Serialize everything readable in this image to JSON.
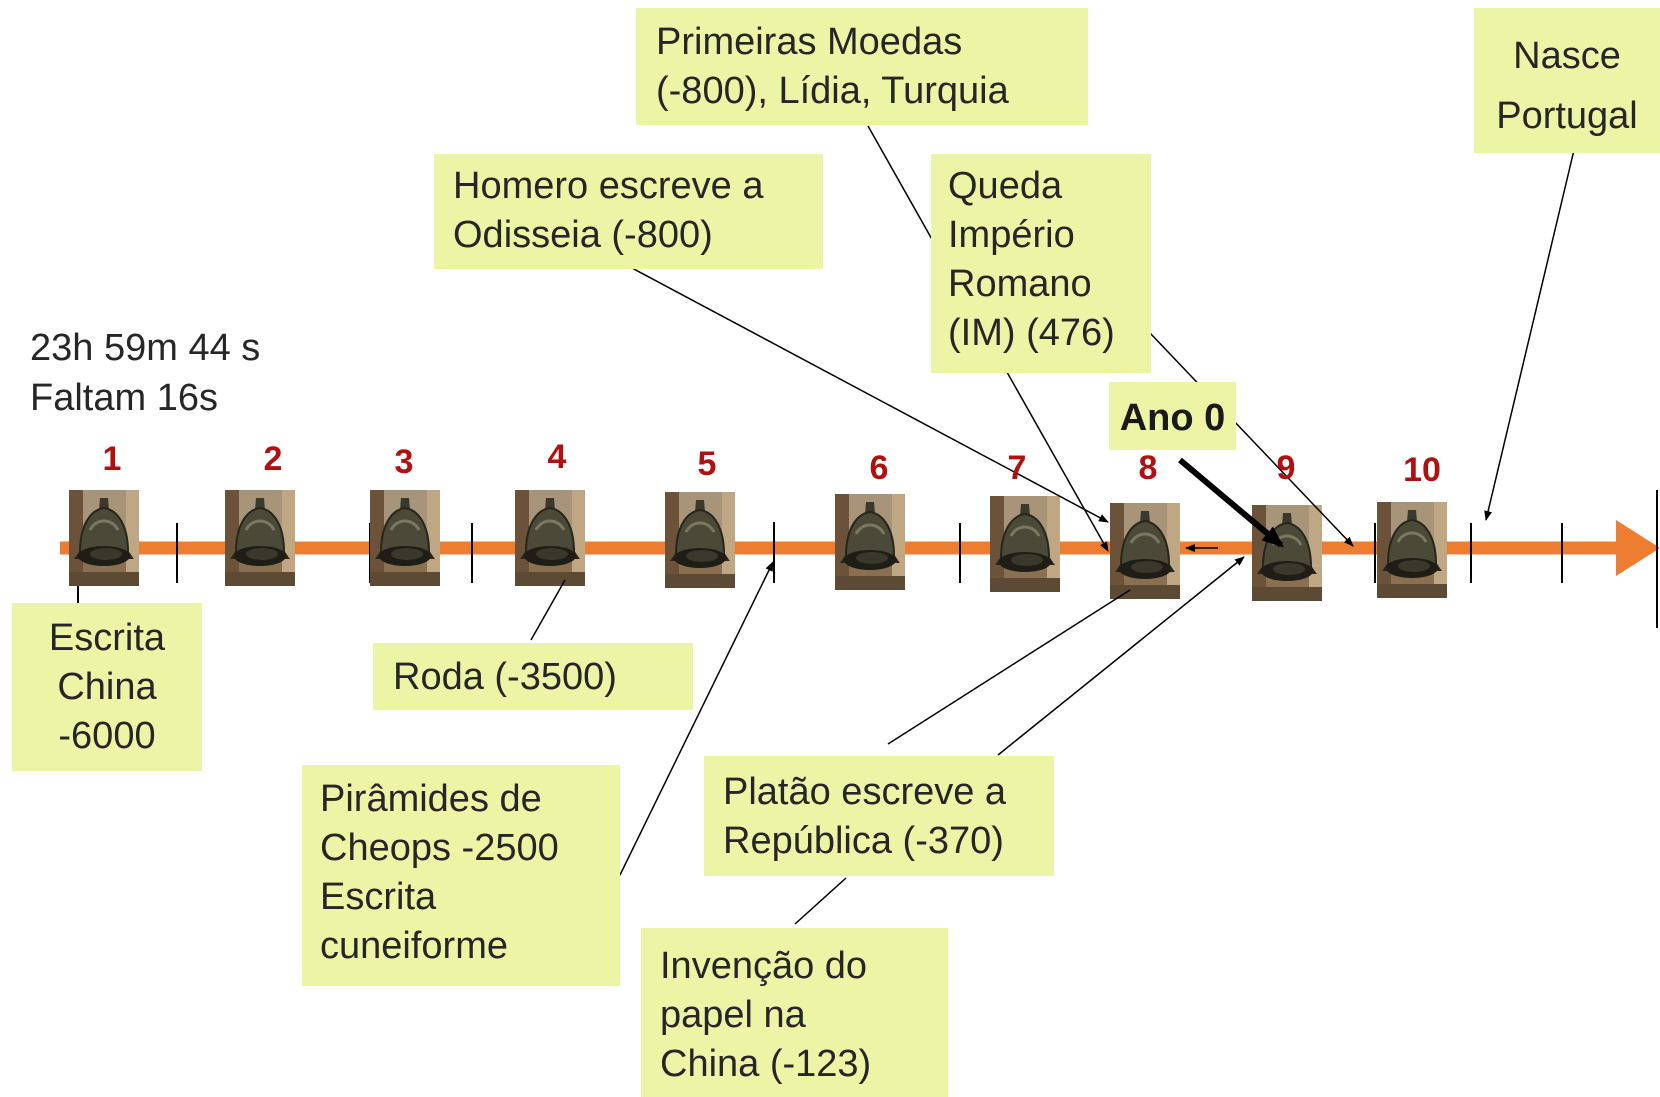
{
  "clock": {
    "time": "23h 59m 44 s",
    "remaining": "Faltam 16s"
  },
  "ano_zero": "Ano 0",
  "bell_numbers": [
    "1",
    "2",
    "3",
    "4",
    "5",
    "6",
    "7",
    "8",
    "9",
    "10"
  ],
  "events": [
    {
      "id": "escrita-china",
      "lines": [
        "Escrita",
        "China",
        "-6000"
      ]
    },
    {
      "id": "roda",
      "lines": [
        "Roda (-3500)"
      ]
    },
    {
      "id": "piramides",
      "lines": [
        "Pirâmides de",
        "Cheops  -2500",
        "Escrita",
        "cuneiforme"
      ]
    },
    {
      "id": "homero",
      "lines": [
        "Homero escreve a",
        "Odisseia (-800)"
      ]
    },
    {
      "id": "moedas",
      "lines": [
        "Primeiras Moedas",
        "(-800), Lídia, Turquia"
      ]
    },
    {
      "id": "platao",
      "lines": [
        "Platão escreve a",
        "República (-370)"
      ]
    },
    {
      "id": "papel",
      "lines": [
        "Invenção do",
        "papel na",
        "China (-123)"
      ]
    },
    {
      "id": "queda-imperio",
      "lines": [
        "Queda",
        "Império",
        "Romano",
        "(IM) (476)"
      ]
    },
    {
      "id": "portugal",
      "lines": [
        "Nasce",
        "Portugal"
      ]
    }
  ],
  "colors": {
    "timeline": "#ed7d31",
    "note_fill": "#ecf5a6",
    "number_red": "#b01010",
    "text": "#262626"
  },
  "icons": {
    "bell": "bell-icon"
  }
}
